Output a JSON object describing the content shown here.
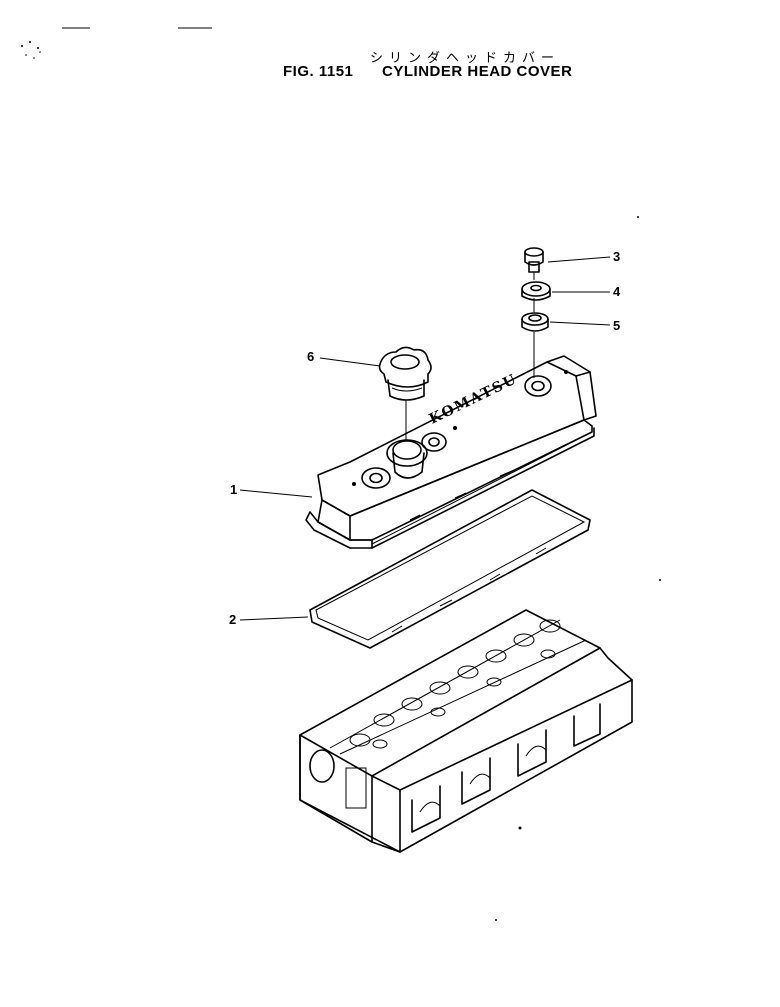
{
  "title": {
    "katakana": "シリンダヘッドカバー",
    "figure_number": "FIG. 1151",
    "name": "CYLINDER HEAD COVER"
  },
  "cover_marking": "KOMATSU",
  "callouts": [
    {
      "id": "c1",
      "label": "1"
    },
    {
      "id": "c2",
      "label": "2"
    },
    {
      "id": "c3",
      "label": "3"
    },
    {
      "id": "c4",
      "label": "4"
    },
    {
      "id": "c5",
      "label": "5"
    },
    {
      "id": "c6",
      "label": "6"
    }
  ]
}
